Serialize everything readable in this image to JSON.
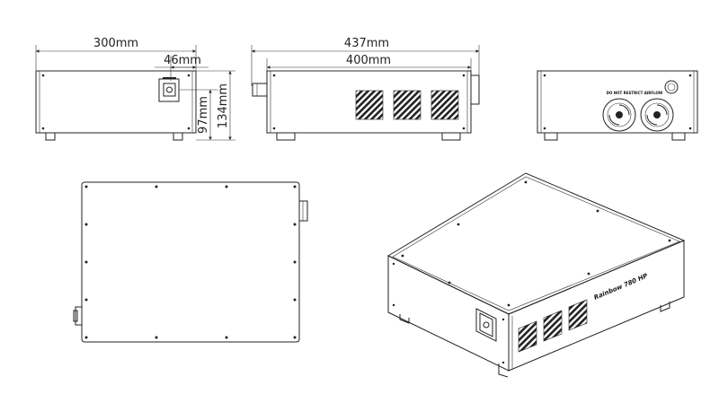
{
  "front_view": {
    "width_label": "300mm",
    "connector_offset_label": "46mm",
    "connector_height_label": "97mm",
    "height_label": "134mm"
  },
  "side_view": {
    "overall_length_label": "437mm",
    "body_length_label": "400mm"
  },
  "rear_view": {
    "warning_label": "DO NOT RESTRICT AIRFLOW"
  },
  "iso_view": {
    "brand_label": "Rainbow 780 HP"
  },
  "colors": {
    "line": "#222222",
    "background": "#ffffff"
  }
}
